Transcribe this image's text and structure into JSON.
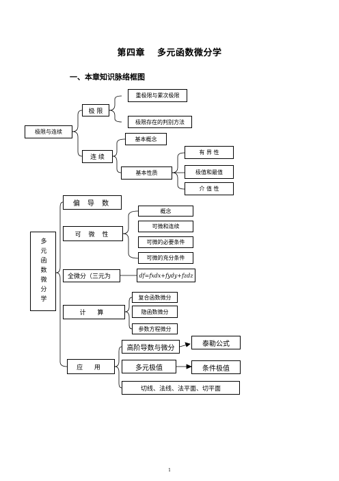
{
  "header": {
    "chapter": "第四章",
    "title": "多元函数微分学",
    "section": "一、本章知识脉络框图"
  },
  "part1": {
    "root": "极限与连续",
    "limit": "极 限",
    "limit_items": [
      "重极限与累次极限",
      "极限存在的判别方法"
    ],
    "continuity": "连 续",
    "basic_concept": "基本概念",
    "basic_properties": "基本性质",
    "property_items": [
      "有 界 性",
      "极值和最值",
      "介 值 性"
    ]
  },
  "part2": {
    "root": "多元函数微分学",
    "partial": "偏 导 数",
    "differentiable": "可 微 性",
    "diff_items": [
      "概念",
      "可微和连续",
      "可微的必要条件",
      "可微的充分条件"
    ],
    "total_diff": "全微分（三元为",
    "total_diff_formula": "df=fxdx+fydy+fzdz",
    "calc": "计  算",
    "calc_items": [
      "复合函数微分",
      "隐函数微分",
      "参数方程微分"
    ],
    "app": "应  用",
    "higher_order": "高阶导数与微分",
    "taylor": "泰勒公式",
    "multi_extrema": "多元极值",
    "cond_extrema": "条件极值",
    "geometry": "切线、法线、法平面、切平面"
  },
  "footer": {
    "page_number": "1"
  }
}
